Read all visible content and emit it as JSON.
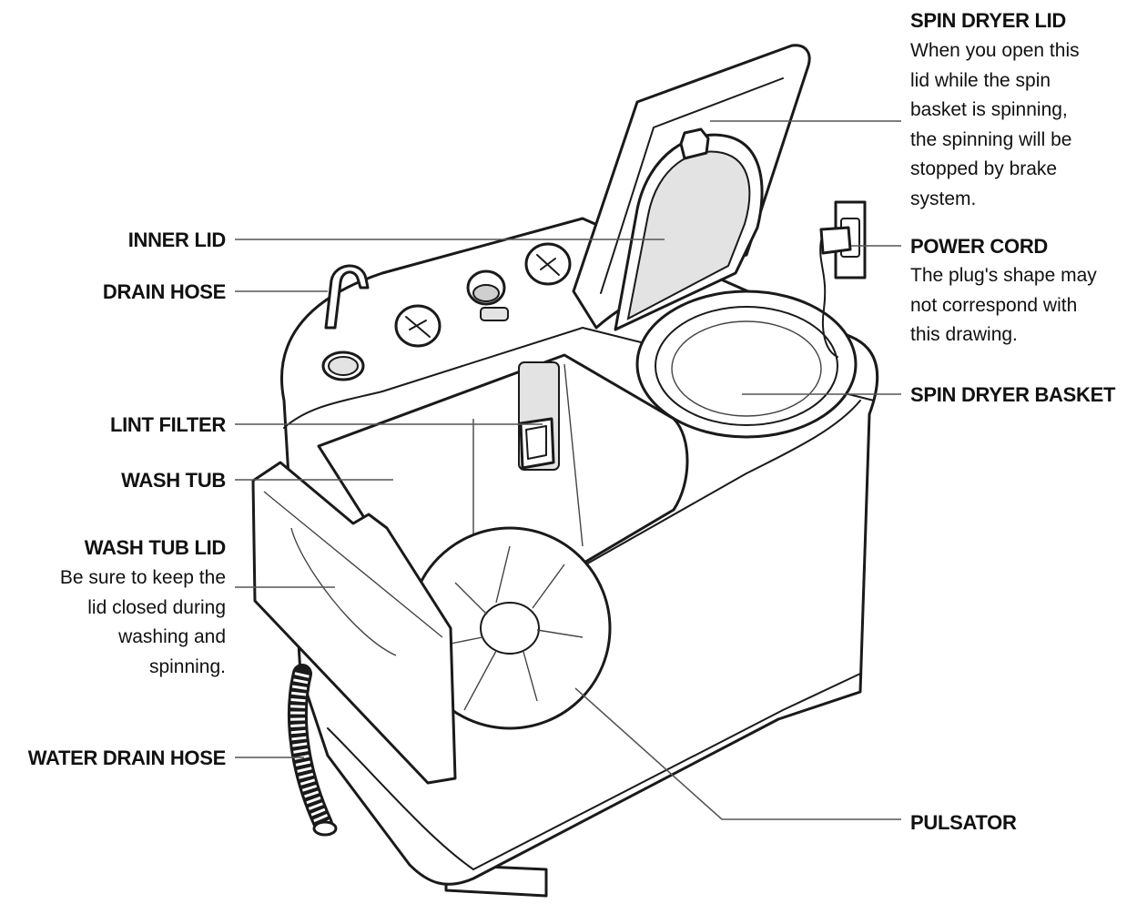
{
  "labels": {
    "spin_dryer_lid": {
      "title": "SPIN DRYER LID",
      "description": "When you open this\nlid while the spin\nbasket is spinning,\nthe spinning will be\nstopped by brake\nsystem."
    },
    "inner_lid": {
      "title": "INNER LID"
    },
    "drain_hose": {
      "title": "DRAIN HOSE"
    },
    "power_cord": {
      "title": "POWER CORD",
      "description": "The plug's shape may\nnot correspond with\nthis drawing."
    },
    "spin_dryer_basket": {
      "title": "SPIN DRYER BASKET"
    },
    "lint_filter": {
      "title": "LINT FILTER"
    },
    "wash_tub": {
      "title": "WASH TUB"
    },
    "wash_tub_lid": {
      "title": "WASH TUB LID",
      "description": "Be sure to keep the\nlid closed during\nwashing and\nspinning."
    },
    "water_drain_hose": {
      "title": "WATER DRAIN HOSE"
    },
    "pulsator": {
      "title": "PULSATOR"
    }
  },
  "colors": {
    "text": "#111111",
    "line": "#555555",
    "outline": "#1a1a1a",
    "shade": "#e3e3e3"
  }
}
